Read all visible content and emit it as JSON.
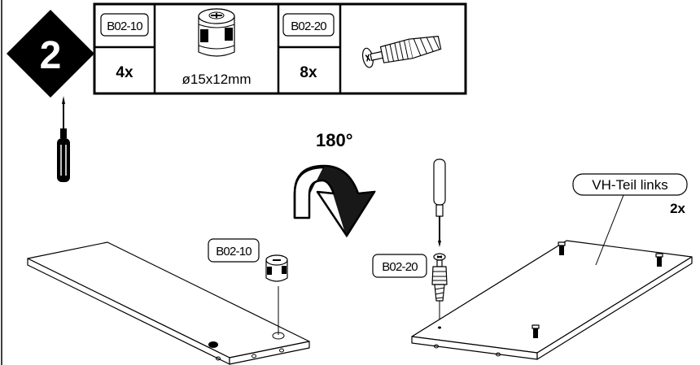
{
  "step": {
    "number": "2"
  },
  "parts_table": {
    "items": [
      {
        "code": "B02-10",
        "qty": "4x",
        "size": "ø15x12mm"
      },
      {
        "code": "B02-20",
        "qty": "8x",
        "size": ""
      }
    ]
  },
  "rotation": {
    "label": "180°"
  },
  "callouts": {
    "left_part_code": "B02-10",
    "right_part_code": "B02-20",
    "panel_name": "VH-Teil links",
    "panel_qty": "2x"
  },
  "icons": [
    "screwdriver-icon",
    "cam-lock-icon",
    "dowel-screw-icon",
    "rotate-arrow-icon",
    "panel-drawing"
  ]
}
